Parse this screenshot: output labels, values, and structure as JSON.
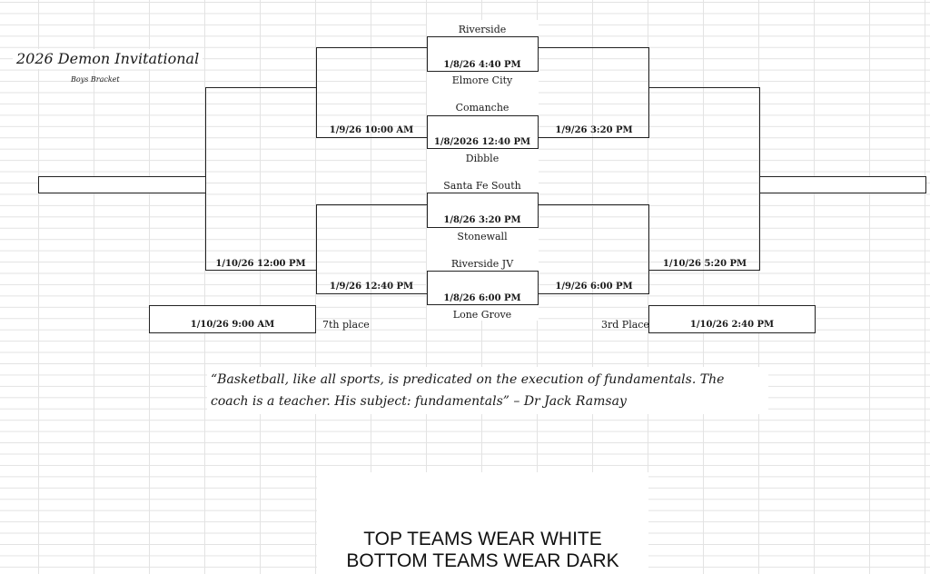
{
  "header": {
    "title": "2026 Demon Invitational",
    "subtitle": "Boys Bracket"
  },
  "round1": {
    "teams": [
      "Riverside",
      "Elmore City",
      "Comanche",
      "Dibble",
      "Santa Fe South",
      "Stonewall",
      "Riverside JV",
      "Lone Grove"
    ],
    "times": [
      "1/8/26 4:40 PM",
      "1/8/2026 12:40 PM",
      "1/8/26 3:20 PM",
      "1/8/26 6:00 PM"
    ]
  },
  "round2": {
    "left_top": "1/9/26 10:00 AM",
    "left_bottom": "1/9/26 12:40 PM",
    "right_top": "1/9/26 3:20 PM",
    "right_bottom": "1/9/26 6:00 PM"
  },
  "round3": {
    "left": "1/10/26 12:00 PM",
    "right": "1/10/26 5:20 PM"
  },
  "placement": {
    "seventh_label": "7th place",
    "seventh_time": "1/10/26 9:00 AM",
    "third_label": "3rd Place",
    "third_time": "1/10/26 2:40 PM"
  },
  "quote": "“Basketball, like all sports, is predicated on the execution of fundamentals. The coach is a teacher. His subject: fundamentals” – Dr Jack Ramsay",
  "notice": {
    "line1": "TOP TEAMS WEAR WHITE",
    "line2": "BOTTOM TEAMS WEAR DARK"
  }
}
